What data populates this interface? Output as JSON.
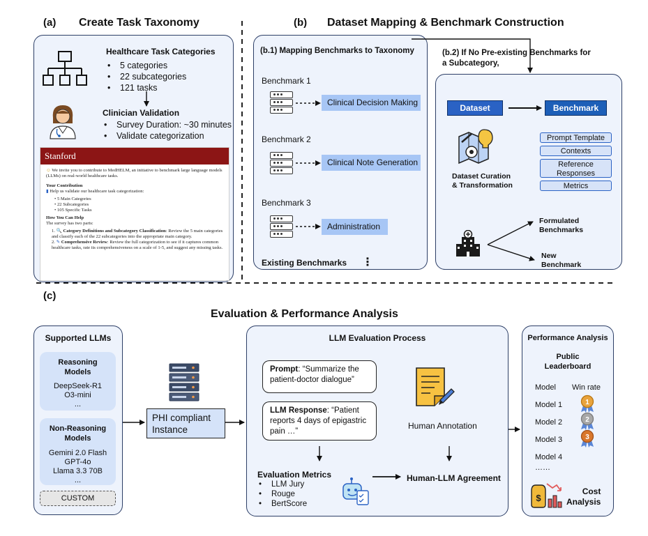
{
  "section_a": {
    "label": "(a)",
    "title": "Create Task Taxonomy",
    "categories_heading": "Healthcare Task Categories",
    "bullets": [
      "5 categories",
      "22 subcategories",
      "121 tasks"
    ],
    "validation_heading": "Clinician Validation",
    "validation_bullets": [
      "Survey Duration: ~30 minutes",
      "Validate categorization"
    ],
    "stanford": {
      "brand": "Stanford",
      "intro": "We invite you to contribute to MedHELM, an initiative to benchmark large language models (LLMs) on real-world healthcare tasks.",
      "contribution_heading": "Your Contribution",
      "contribution_text": "Help us validate our healthcare task categorization:",
      "contribution_items": [
        "5 Main Categories",
        "22 Subcategories",
        "105 Specific Tasks"
      ],
      "help_heading": "How You Can Help",
      "help_text": "The survey has two parts:",
      "step1_bold": "Category Definitions and Subcategory Classification",
      "step1_text": ": Review the 5 main categories and classify each of the 22 subcategories into the appropriate main category.",
      "step2_bold": "Comprehensive Review",
      "step2_text": ": Review the full categorization to see if it captures common healthcare tasks, rate its comprehensiveness on a scale of 1-5, and suggest any missing tasks."
    }
  },
  "section_b": {
    "label": "(b)",
    "title": "Dataset Mapping & Benchmark Construction",
    "b1": {
      "title": "(b.1) Mapping Benchmarks to Taxonomy",
      "benchmarks": [
        {
          "name": "Benchmark 1",
          "target": "Clinical Decision Making"
        },
        {
          "name": "Benchmark 2",
          "target": "Clinical Note Generation"
        },
        {
          "name": "Benchmark 3",
          "target": "Administration"
        }
      ],
      "footer": "Existing Benchmarks",
      "ellipsis": "⋮"
    },
    "b2": {
      "title_line1": "(b.2) If No Pre-existing Benchmarks for",
      "title_line2": "a Subcategory,",
      "dataset": "Dataset",
      "benchmark": "Benchmark",
      "curation_line1": "Dataset Curation",
      "curation_line2": "& Transformation",
      "components": [
        "Prompt Template",
        "Contexts",
        "Reference Responses",
        "Metrics"
      ],
      "formulated_line1": "Formulated",
      "formulated_line2": "Benchmarks",
      "new_line1": "New",
      "new_line2": "Benchmark"
    }
  },
  "section_c": {
    "label": "(c)",
    "title": "Evaluation & Performance Analysis",
    "supported": {
      "title": "Supported LLMs",
      "reasoning_title_line1": "Reasoning",
      "reasoning_title_line2": "Models",
      "reasoning_models": [
        "DeepSeek-R1",
        "O3-mini",
        "..."
      ],
      "nonreasoning_title_line1": "Non-Reasoning",
      "nonreasoning_title_line2": "Models",
      "nonreasoning_models": [
        "Gemini 2.0 Flash",
        "GPT-4o",
        "Llama 3.3 70B",
        "..."
      ],
      "custom": "CUSTOM"
    },
    "phi_line1": "PHI compliant",
    "phi_line2": "Instance",
    "eval": {
      "title": "LLM Evaluation Process",
      "prompt_label": "Prompt",
      "prompt_text_line1": ": “Summarize the",
      "prompt_text_line2": "patient-doctor dialogue”",
      "response_label": "LLM Response",
      "response_text_line1": ": “Patient",
      "response_text_line2": "reports 4 days of epigastric",
      "response_text_line3": "pain …”",
      "human_annotation": "Human Annotation",
      "metrics_title": "Evaluation Metrics",
      "metrics": [
        "LLM Jury",
        "Rouge",
        "BertScore"
      ],
      "agreement": "Human-LLM Agreement"
    },
    "perf": {
      "title": "Performance Analysis",
      "leaderboard_line1": "Public",
      "leaderboard_line2": "Leaderboard",
      "col_model": "Model",
      "col_winrate": "Win rate",
      "models": [
        "Model 1",
        "Model 2",
        "Model 3",
        "Model 4",
        "……"
      ],
      "medals": [
        "1",
        "2",
        "3"
      ],
      "cost_line1": "Cost",
      "cost_line2": "Analysis"
    }
  },
  "colors": {
    "panel_fill": "#eef3fc",
    "panel_border": "#2c3e66",
    "mapping_blue": "#a7c6f5",
    "benchmark_blue": "#1d5fb8",
    "stanford_red": "#8c1515",
    "gold": "#e8a33c",
    "silver": "#a8a8a8",
    "bronze": "#d9772b"
  }
}
